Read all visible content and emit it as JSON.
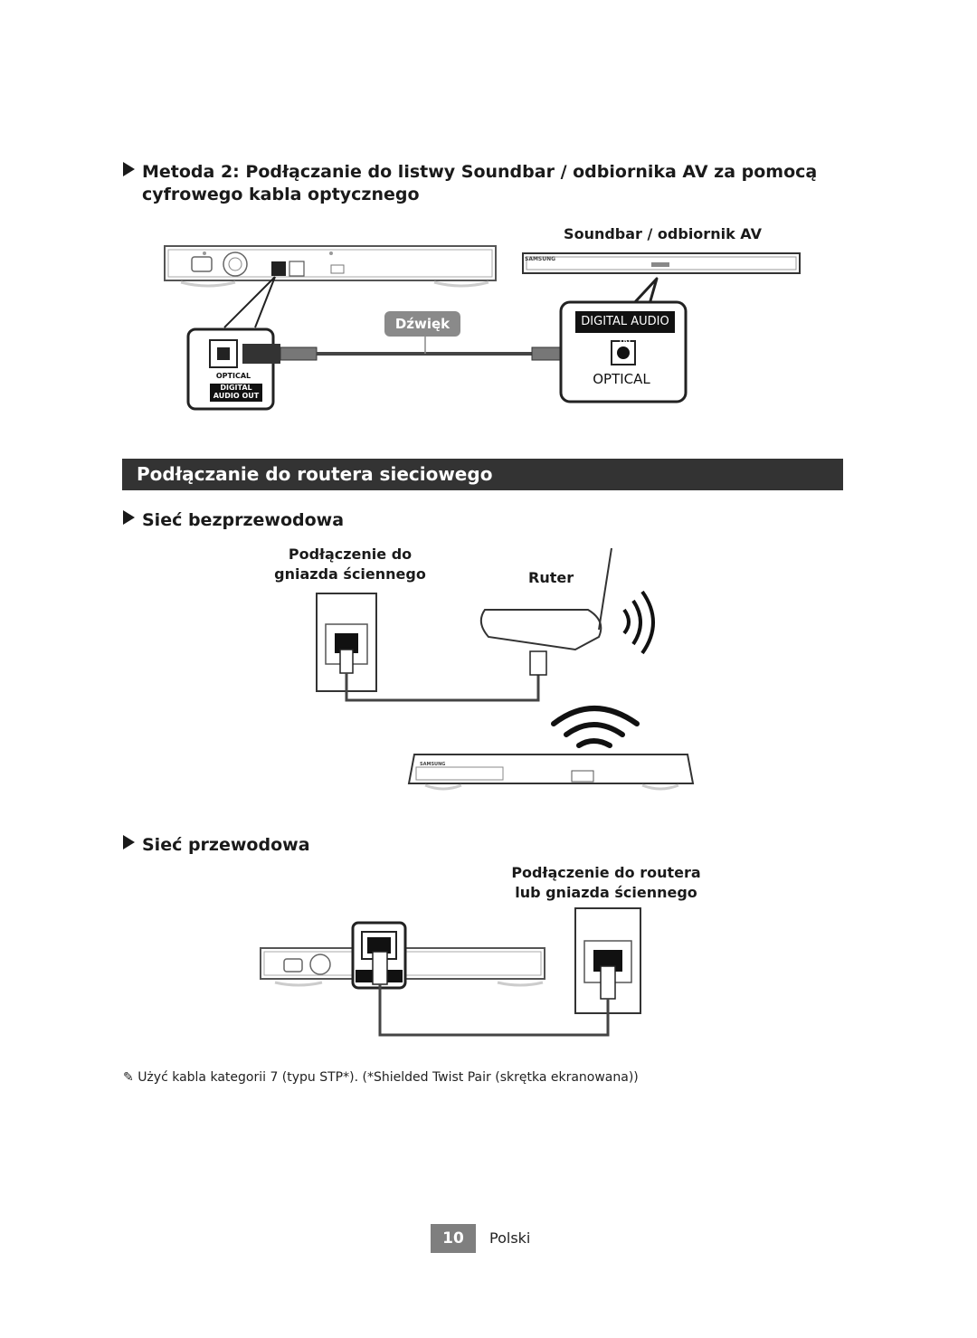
{
  "section1": {
    "heading": "Metoda 2: Podłączanie do listwy Soundbar / odbiornika AV za pomocą cyfrowego kabla optycznego",
    "soundbar_label": "Soundbar / odbiornik AV",
    "audio_tag": "Dźwięk",
    "player_port_top": "OPTICAL",
    "player_port_bottom": "DIGITAL AUDIO OUT",
    "player_port_bottom_1": "DIGITAL",
    "player_port_bottom_2": "AUDIO OUT",
    "soundbar_port_header": "DIGITAL AUDIO IN",
    "soundbar_port_label": "OPTICAL",
    "soundbar_brand": "SAMSUNG"
  },
  "section2": {
    "banner": "Podłączanie do routera sieciowego",
    "wireless_heading": "Sieć bezprzewodowa",
    "wall_socket_label": "Podłączenie do gniazda ściennego",
    "router_label": "Ruter",
    "player_brand": "SAMSUNG",
    "wired_heading": "Sieć przewodowa",
    "router_or_wall_label": "Podłączenie do routera lub gniazda ściennego"
  },
  "note": {
    "icon": "pencil-icon",
    "text": "Użyć kabla kategorii 7 (typu STP*). (*Shielded Twist Pair (skrętka ekranowana))"
  },
  "footer": {
    "page_number": "10",
    "language": "Polski"
  },
  "colors": {
    "banner_bg": "#333333",
    "page_number_bg": "#7f7f7f"
  }
}
